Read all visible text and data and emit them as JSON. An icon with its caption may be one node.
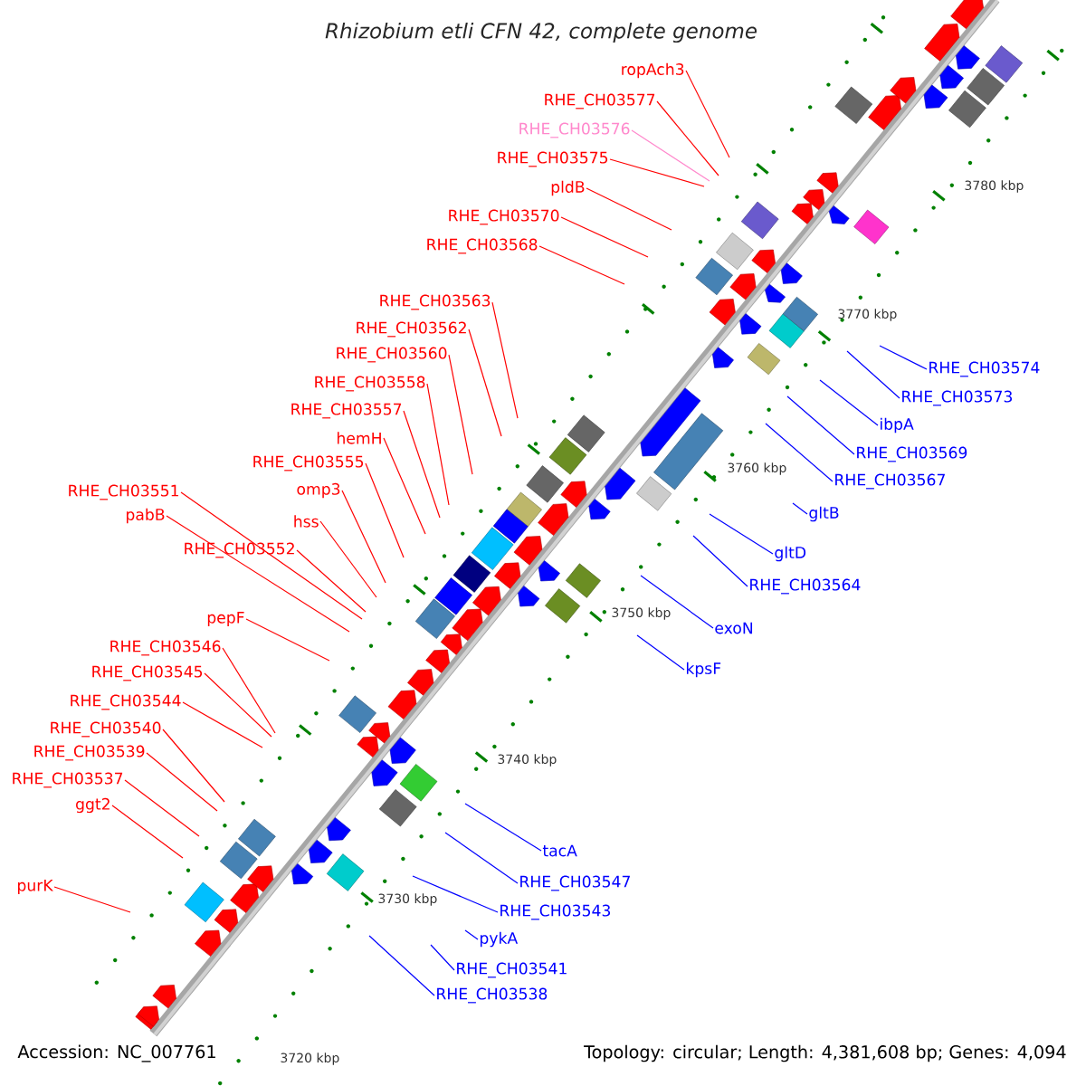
{
  "diagram": {
    "title": "Rhizobium etli CFN 42, complete genome",
    "nodes": [
      {
        "text": [
          "ropAch3"
        ]
      },
      {
        "text": [
          "RHE_CH03577"
        ]
      },
      {
        "text": [
          "RHE_CH03576"
        ]
      },
      {
        "text": [
          "RHE_CH03575"
        ]
      },
      {
        "text": [
          "pldB"
        ]
      },
      {
        "text": [
          "RHE_CH03570"
        ]
      },
      {
        "text": [
          "RHE_CH03568"
        ]
      },
      {
        "text": [
          "RHE_CH03563"
        ]
      },
      {
        "text": [
          "RHE_CH03562"
        ]
      },
      {
        "text": [
          "RHE_CH03560"
        ]
      },
      {
        "text": [
          "RHE_CH03574"
        ]
      },
      {
        "text": [
          "RHE_CH03558"
        ]
      },
      {
        "text": [
          "RHE_CH03573"
        ]
      },
      {
        "text": [
          "RHE_CH03557"
        ]
      },
      {
        "text": [
          "ibpA"
        ]
      },
      {
        "text": [
          "hemH"
        ]
      },
      {
        "text": [
          "RHE_CH03569"
        ]
      },
      {
        "text": [
          "RHE_CH03555"
        ]
      },
      {
        "text": [
          "RHE_CH03567"
        ]
      },
      {
        "text": [
          "omp3"
        ]
      },
      {
        "text": [
          "RHE_CH03551"
        ]
      },
      {
        "text": [
          "gltB"
        ]
      },
      {
        "text": [
          "pabB"
        ]
      },
      {
        "text": [
          "hss"
        ]
      },
      {
        "text": [
          "RHE_CH03552"
        ]
      },
      {
        "text": [
          "gltD"
        ]
      },
      {
        "text": [
          "RHE_CH03564"
        ]
      },
      {
        "text": [
          "pepF"
        ]
      },
      {
        "text": [
          "exoN"
        ]
      },
      {
        "text": [
          "RHE_CH03546"
        ]
      },
      {
        "text": [
          "kpsF"
        ]
      },
      {
        "text": [
          "RHE_CH03545"
        ]
      },
      {
        "text": [
          "RHE_CH03544"
        ]
      },
      {
        "text": [
          "RHE_CH03540"
        ]
      },
      {
        "text": [
          "RHE_CH03539"
        ]
      },
      {
        "text": [
          "RHE_CH03537"
        ]
      },
      {
        "text": [
          "ggt2"
        ]
      },
      {
        "text": [
          "tacA"
        ]
      },
      {
        "text": [
          "RHE_CH03547"
        ]
      },
      {
        "text": [
          "purK"
        ]
      },
      {
        "text": [
          "RHE_CH03543"
        ]
      },
      {
        "text": [
          "pykA"
        ]
      },
      {
        "text": [
          "RHE_CH03541"
        ]
      },
      {
        "text": [
          "RHE_CH03538"
        ]
      }
    ],
    "edges": [
      {
        "from": 0,
        "to": null,
        "arrow": "none"
      },
      {
        "from": 1,
        "to": null,
        "arrow": "none"
      },
      {
        "from": 2,
        "to": null,
        "arrow": "none",
        "color": "#ff88cc"
      },
      {
        "from": 3,
        "to": null,
        "arrow": "none"
      },
      {
        "from": 4,
        "to": null,
        "arrow": "none"
      },
      {
        "from": 5,
        "to": null,
        "arrow": "none"
      },
      {
        "from": 6,
        "to": null,
        "arrow": "none"
      },
      {
        "from": 7,
        "to": null,
        "arrow": "none"
      },
      {
        "from": 8,
        "to": null,
        "arrow": "none"
      },
      {
        "from": 9,
        "to": null,
        "arrow": "none"
      },
      {
        "from": 10,
        "to": null,
        "arrow": "none",
        "color": "#0000ff"
      },
      {
        "from": 11,
        "to": null,
        "arrow": "none"
      },
      {
        "from": 12,
        "to": null,
        "arrow": "none",
        "color": "#0000ff"
      },
      {
        "from": 13,
        "to": null,
        "arrow": "none"
      },
      {
        "from": 14,
        "to": null,
        "arrow": "none",
        "color": "#0000ff"
      },
      {
        "from": 15,
        "to": null,
        "arrow": "none"
      },
      {
        "from": 16,
        "to": null,
        "arrow": "none",
        "color": "#0000ff"
      },
      {
        "from": 17,
        "to": null,
        "arrow": "none"
      },
      {
        "from": 18,
        "to": null,
        "arrow": "none",
        "color": "#0000ff"
      },
      {
        "from": 19,
        "to": null,
        "arrow": "none"
      },
      {
        "from": 20,
        "to": null,
        "arrow": "none"
      },
      {
        "from": 21,
        "to": null,
        "arrow": "none",
        "color": "#0000ff"
      },
      {
        "from": 22,
        "to": null,
        "arrow": "none"
      },
      {
        "from": 23,
        "to": null,
        "arrow": "none"
      },
      {
        "from": 24,
        "to": null,
        "arrow": "none"
      },
      {
        "from": 25,
        "to": null,
        "arrow": "none",
        "color": "#0000ff"
      },
      {
        "from": 26,
        "to": null,
        "arrow": "none",
        "color": "#0000ff"
      },
      {
        "from": 27,
        "to": null,
        "arrow": "none"
      },
      {
        "from": 28,
        "to": null,
        "arrow": "none",
        "color": "#0000ff"
      },
      {
        "from": 29,
        "to": null,
        "arrow": "none"
      },
      {
        "from": 30,
        "to": null,
        "arrow": "none",
        "color": "#0000ff"
      },
      {
        "from": 31,
        "to": null,
        "arrow": "none"
      },
      {
        "from": 32,
        "to": null,
        "arrow": "none"
      },
      {
        "from": 33,
        "to": null,
        "arrow": "none"
      },
      {
        "from": 34,
        "to": null,
        "arrow": "none"
      },
      {
        "from": 35,
        "to": null,
        "arrow": "none"
      },
      {
        "from": 36,
        "to": null,
        "arrow": "none"
      },
      {
        "from": 37,
        "to": null,
        "arrow": "none",
        "color": "#0000ff"
      },
      {
        "from": 38,
        "to": null,
        "arrow": "none",
        "color": "#0000ff"
      },
      {
        "from": 39,
        "to": null,
        "arrow": "none"
      },
      {
        "from": 40,
        "to": null,
        "arrow": "none",
        "color": "#0000ff"
      },
      {
        "from": 41,
        "to": null,
        "arrow": "none",
        "color": "#0000ff"
      },
      {
        "from": 42,
        "to": null,
        "arrow": "none",
        "color": "#0000ff"
      },
      {
        "from": 43,
        "to": null,
        "arrow": "none",
        "color": "#0000ff"
      }
    ],
    "labels": [
      "3780 kbp",
      "3770 kbp",
      "3760 kbp",
      "3750 kbp",
      "3740 kbp",
      "3730 kbp",
      "3720 kbp",
      "Accession: NC_007761",
      "Topology: circular; Length: 4,381,608 bp; Genes: 4,094"
    ]
  }
}
